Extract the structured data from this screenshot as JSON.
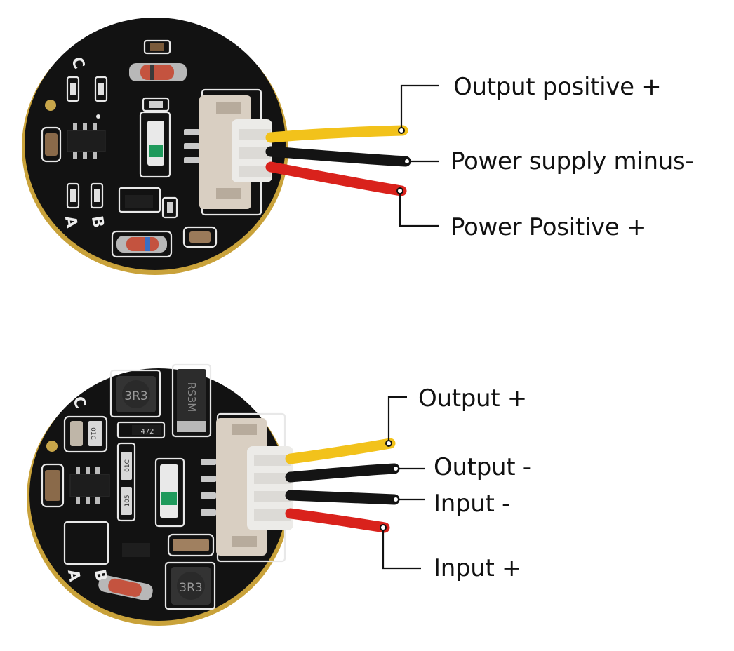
{
  "colors": {
    "pcb": "#121212",
    "silkscreen": "#e8e8e8",
    "connector": "#d9cfc2",
    "wire_yellow": "#f2c21b",
    "wire_black": "#141414",
    "wire_red": "#d9221c",
    "leader_line": "#111111"
  },
  "board_top": {
    "silk_labels": {
      "a": "A",
      "b": "B",
      "c": "C"
    },
    "labels": {
      "output_positive": "Output positive +",
      "power_minus": "Power supply minus-",
      "power_positive": "Power Positive +"
    }
  },
  "board_bottom": {
    "silk_labels": {
      "a": "A",
      "b": "B",
      "c": "C"
    },
    "component_markings": {
      "inductor_top": "3R3",
      "inductor_bottom": "3R3",
      "diode": "RS3M",
      "resistor": "472",
      "cap_1": "01C",
      "cap_2": "01C",
      "cap_3": "105"
    },
    "labels": {
      "output_plus": "Output +",
      "output_minus": "Output -",
      "input_minus": "Input -",
      "input_plus": "Input +"
    }
  }
}
